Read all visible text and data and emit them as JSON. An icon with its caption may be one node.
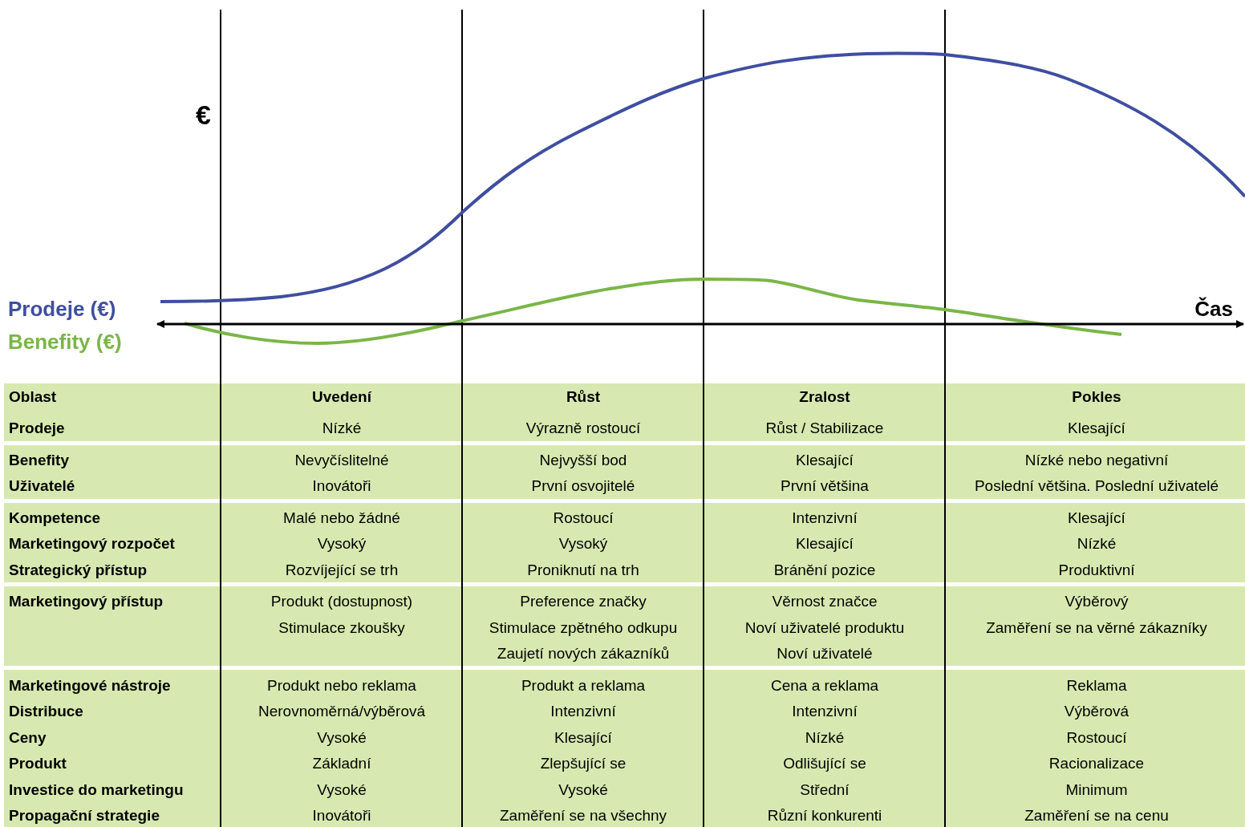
{
  "diagram": {
    "labels": [
      "€",
      "Prodeje (€)",
      "Čas",
      "Benefity (€)",
      "Oblast",
      "Uvedení",
      "Růst",
      "Zralost",
      "Pokles",
      "Prodeje",
      "Nízké",
      "Výrazně rostoucí",
      "Růst / Stabilizace",
      "Klesající",
      "Benefity",
      "Nevyčíslitelné",
      "Nejvyšší bod",
      "Klesající",
      "Nízké nebo negativní",
      "Uživatelé",
      "Inovátoři",
      "První osvojitelé",
      "První většina",
      "Poslední většina. Poslední uživatelé",
      "Kompetence",
      "Malé nebo žádné",
      "Rostoucí",
      "Intenzivní",
      "Klesající",
      "Marketingový rozpočet",
      "Vysoký",
      "Vysoký",
      "Klesající",
      "Nízké",
      "Strategický přístup",
      "Rozvíjející se trh",
      "Proniknutí na trh",
      "Bránění pozice",
      "Produktivní",
      "Marketingový přístup",
      "Produkt (dostupnost)",
      "Preference značky",
      "Věrnost značce",
      "Výběrový",
      "Stimulace zkoušky",
      "Stimulace zpětného odkupu",
      "Noví uživatelé produktu",
      "Zaměření se na věrné zákazníky",
      "Zaujetí nových zákazníků",
      "Noví uživatelé",
      "Marketingové nástroje",
      "Produkt nebo reklama",
      "Produkt a reklama",
      "Cena a reklama",
      "Reklama",
      "Distribuce",
      "Nerovnoměrná/výběrová",
      "Intenzivní",
      "Intenzivní",
      "Výběrová",
      "Ceny",
      "Vysoké",
      "Klesající",
      "Nízké",
      "Rostoucí",
      "Produkt",
      "Základní",
      "Zlepšující se",
      "Odlišující se",
      "Racionalizace",
      "Investice do marketingu",
      "Vysoké",
      "Vysoké",
      "Střední",
      "Minimum",
      "Propagační strategie",
      "Inovátoři",
      "Zaměření se na všechny",
      "Různí konkurenti",
      "Zaměření se na cenu"
    ]
  }
}
